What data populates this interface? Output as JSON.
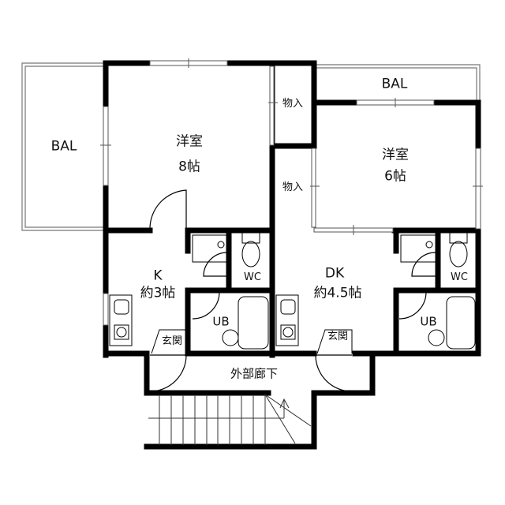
{
  "floor_plan": {
    "rooms": {
      "bal_left": {
        "label": "BAL"
      },
      "bal_right": {
        "label": "BAL"
      },
      "room_8": {
        "label": "洋室",
        "size": "8帖"
      },
      "room_6": {
        "label": "洋室",
        "size": "6帖"
      },
      "closet_top": {
        "label": "物入"
      },
      "closet_mid": {
        "label": "物入"
      },
      "kitchen": {
        "label": "K",
        "size": "約3帖"
      },
      "dk": {
        "label": "DK",
        "size": "約4.5帖"
      },
      "wc_left": {
        "label": "WC"
      },
      "wc_right": {
        "label": "WC"
      },
      "ub_left": {
        "label": "UB"
      },
      "ub_right": {
        "label": "UB"
      },
      "entry_left": {
        "label": "玄関"
      },
      "entry_right": {
        "label": "玄関"
      },
      "corridor": {
        "label": "外部廊下"
      }
    },
    "colors": {
      "wall": "#000000",
      "thin_line": "#555555",
      "background": "#ffffff"
    }
  }
}
